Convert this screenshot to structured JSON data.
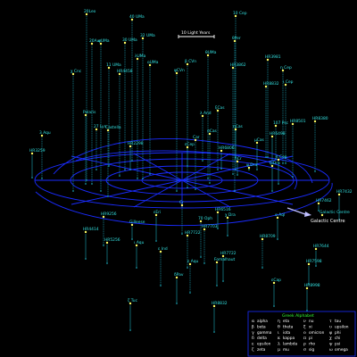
{
  "colors": {
    "background": "#000000",
    "grid": "#1a2cff",
    "stem": "#1fb7c9",
    "label": "#33e0e0",
    "star": "#ffff66",
    "legend_title": "#33ff33",
    "legend_text": "#ffffff",
    "scale": "#ffffff"
  },
  "scale_bar": {
    "label": "10 Light Years"
  },
  "galactic_centre_label": "Galactic Centre",
  "legend": {
    "title": "Greek Alphabet",
    "entries": [
      {
        "symbol": "α",
        "name": "alpha"
      },
      {
        "symbol": "β",
        "name": "beta"
      },
      {
        "symbol": "γ",
        "name": "gamma"
      },
      {
        "symbol": "δ",
        "name": "delta"
      },
      {
        "symbol": "ε",
        "name": "epsilon"
      },
      {
        "symbol": "ζ",
        "name": "zeta"
      },
      {
        "symbol": "η",
        "name": "eta"
      },
      {
        "symbol": "θ",
        "name": "theta"
      },
      {
        "symbol": "ι",
        "name": "iota"
      },
      {
        "symbol": "κ",
        "name": "kappa"
      },
      {
        "symbol": "λ",
        "name": "lambda"
      },
      {
        "symbol": "μ",
        "name": "mu"
      },
      {
        "symbol": "ν",
        "name": "nu"
      },
      {
        "symbol": "ξ",
        "name": "xi"
      },
      {
        "symbol": "ο",
        "name": "omicron"
      },
      {
        "symbol": "π",
        "name": "pi"
      },
      {
        "symbol": "ρ",
        "name": "rho"
      },
      {
        "symbol": "σ",
        "name": "sig"
      },
      {
        "symbol": "τ",
        "name": "tau"
      },
      {
        "symbol": "υ",
        "name": "upsilon"
      },
      {
        "symbol": "φ",
        "name": "phi"
      },
      {
        "symbol": "χ",
        "name": "chi"
      },
      {
        "symbol": "ψ",
        "name": "psi"
      },
      {
        "symbol": "ω",
        "name": "omega"
      }
    ]
  },
  "stars": [
    "20Leo",
    "40 UMa",
    "20Aur",
    "32 UMa",
    "30 UMa",
    "φUMa",
    "11 UMa",
    "οUMa",
    "λUMa",
    "β CVn",
    "HR4458",
    "ψCVn",
    "θUMa",
    "HR3862",
    "10 Cep",
    "θPer",
    "χ Cnc",
    "Polaris",
    "27 Lyn",
    "Castella",
    "3 Aqu",
    "HR3259",
    "Car",
    "ηCas",
    "λ And",
    "ξCas",
    "σCas",
    "HR8832",
    "HR3981",
    "η Cep",
    "ι Cep",
    "HR8501",
    "107 Psc",
    "μCas",
    "HR6498",
    "HR8380",
    "HR2298",
    "εCep",
    "HR6806",
    "ηCr",
    "ψ Dra",
    "ξ Dra",
    "π Cep",
    "εEri",
    "Cr",
    "HR7462",
    "HR7432",
    "HR6516",
    "70 Oph",
    "Gilleese",
    "χ Dra",
    "ι Aqu",
    "HR7703",
    "HR9256",
    "HR5256",
    "ε Ind",
    "HR8709",
    "HR7644",
    "HR4414",
    "HR7722",
    "HR7722",
    "δPav",
    "ζ Tuc",
    "HR8832",
    "Fomalhaut",
    "ε Aqu",
    "HR7598",
    "HR8998",
    "α Aql",
    "εCap",
    "Galactic Centre"
  ]
}
